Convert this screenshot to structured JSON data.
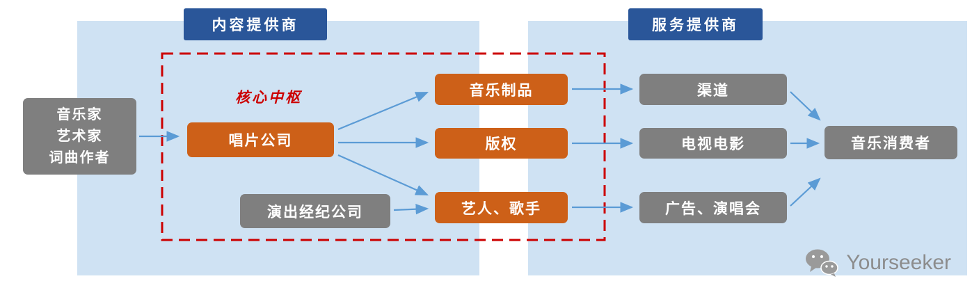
{
  "headers": {
    "content_provider": "内容提供商",
    "service_provider": "服务提供商"
  },
  "nodes": {
    "source": {
      "lines": [
        "音乐家",
        "艺术家",
        "词曲作者"
      ]
    },
    "core_hub_label": "核心中枢",
    "record_company": "唱片公司",
    "agency": "演出经纪公司",
    "music_products": "音乐制品",
    "copyright": "版权",
    "artists": "艺人、歌手",
    "channel": "渠道",
    "tv_film": "电视电影",
    "ads_concerts": "广告、演唱会",
    "consumer": "音乐消费者"
  },
  "watermark": {
    "brand": "Yourseeker",
    "icon": "wechat-icon"
  },
  "colors": {
    "panel_blue": "#cfe2f3",
    "header_blue": "#2a5699",
    "orange": "#cd6018",
    "gray": "#7f7f7f",
    "dashed_red": "#cc0000",
    "arrow_blue": "#5b9bd5",
    "watermark_gray": "#8c8c8c"
  }
}
